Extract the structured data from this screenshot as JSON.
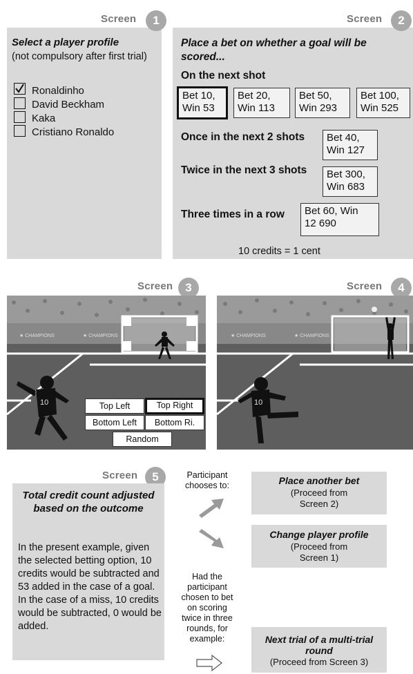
{
  "screen_word": "Screen",
  "screen1": {
    "number": "1",
    "title": "Select a player profile",
    "subtitle": "(not compulsory after first trial)",
    "players": [
      "Ronaldinho",
      "David Beckham",
      "Kaka",
      "Cristiano Ronaldo"
    ],
    "checked_index": 0
  },
  "screen2": {
    "number": "2",
    "heading": "Place a bet on whether a goal will be scored...",
    "row1_label": "On the next shot",
    "row1_bets": [
      {
        "line1": "Bet 10,",
        "line2": "Win 53",
        "selected": true
      },
      {
        "line1": "Bet 20,",
        "line2": "Win 113",
        "selected": false
      },
      {
        "line1": "Bet 50,",
        "line2": "Win 293",
        "selected": false
      },
      {
        "line1": "Bet 100,",
        "line2": "Win 525",
        "selected": false
      }
    ],
    "row2_label": "Once in the next 2 shots",
    "row2_bet": {
      "line1": "Bet 40,",
      "line2": "Win 127"
    },
    "row3_label": "Twice in the next 3 shots",
    "row3_bet": {
      "line1": "Bet 300,",
      "line2": "Win 683"
    },
    "row4_label": "Three times in a row",
    "row4_bet": {
      "line1": "Bet 60, Win",
      "line2": "12 690"
    },
    "footer": "10 credits = 1 cent"
  },
  "screen3": {
    "number": "3",
    "buttons": {
      "top_left": "Top  Left",
      "top_right": "Top Right",
      "bottom_left": "Bottom Left",
      "bottom_right": "Bottom Ri.",
      "random": "Random"
    },
    "selected": "top_right"
  },
  "screen4": {
    "number": "4"
  },
  "screen5": {
    "number": "5",
    "title": "Total credit count adjusted based on the outcome",
    "body": "In the present example, given the selected betting option, 10 credits would be subtracted and 53 added in the case of a goal. In the case of a miss, 10 credits would be subtracted, 0 would be added."
  },
  "flow": {
    "chooses_label": "Participant chooses to:",
    "hadchosen_label": "Had the participant chosen to bet on scoring twice in three rounds, for example:",
    "option1": {
      "title": "Place another bet",
      "detail": "(Proceed from Screen 2)"
    },
    "option2": {
      "title": "Change player profile",
      "detail": "(Proceed from Screen 1)"
    },
    "option3": {
      "title": "Next trial of a multi-trial round",
      "detail": "(Proceed from Screen 3)"
    }
  },
  "colors": {
    "panel": "#d9d9d9",
    "badge": "#a8a8a8",
    "pitch": "#5e5e5e",
    "crowd": "#9a9a9a"
  }
}
